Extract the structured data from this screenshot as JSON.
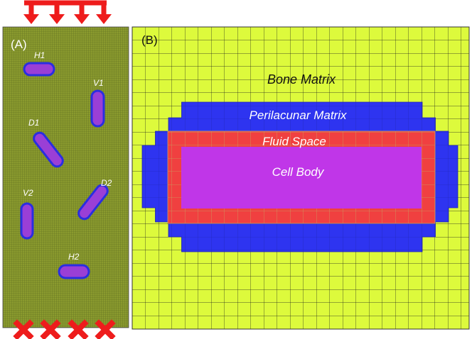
{
  "figure": {
    "panel_a": {
      "label": "(A)",
      "lacunae": [
        {
          "name": "H1"
        },
        {
          "name": "V1"
        },
        {
          "name": "D1"
        },
        {
          "name": "D2"
        },
        {
          "name": "V2"
        },
        {
          "name": "H2"
        }
      ]
    },
    "panel_b": {
      "label": "(B)",
      "regions": {
        "bone_matrix": "Bone Matrix",
        "perilacunar_matrix": "Perilacunar Matrix",
        "fluid_space": "Fluid Space",
        "cell_body": "Cell Body"
      }
    }
  },
  "colors": {
    "bone_matrix": "#ddfa3c",
    "bone_mesh_a": "#7d8b2a",
    "perilacunar": "#2e34f0",
    "fluid": "#f04040",
    "cell": "#c036e8",
    "arrows": "#ee1c1c"
  },
  "icons": [
    "load-arrow-icon",
    "fixed-support-cross-icon"
  ]
}
